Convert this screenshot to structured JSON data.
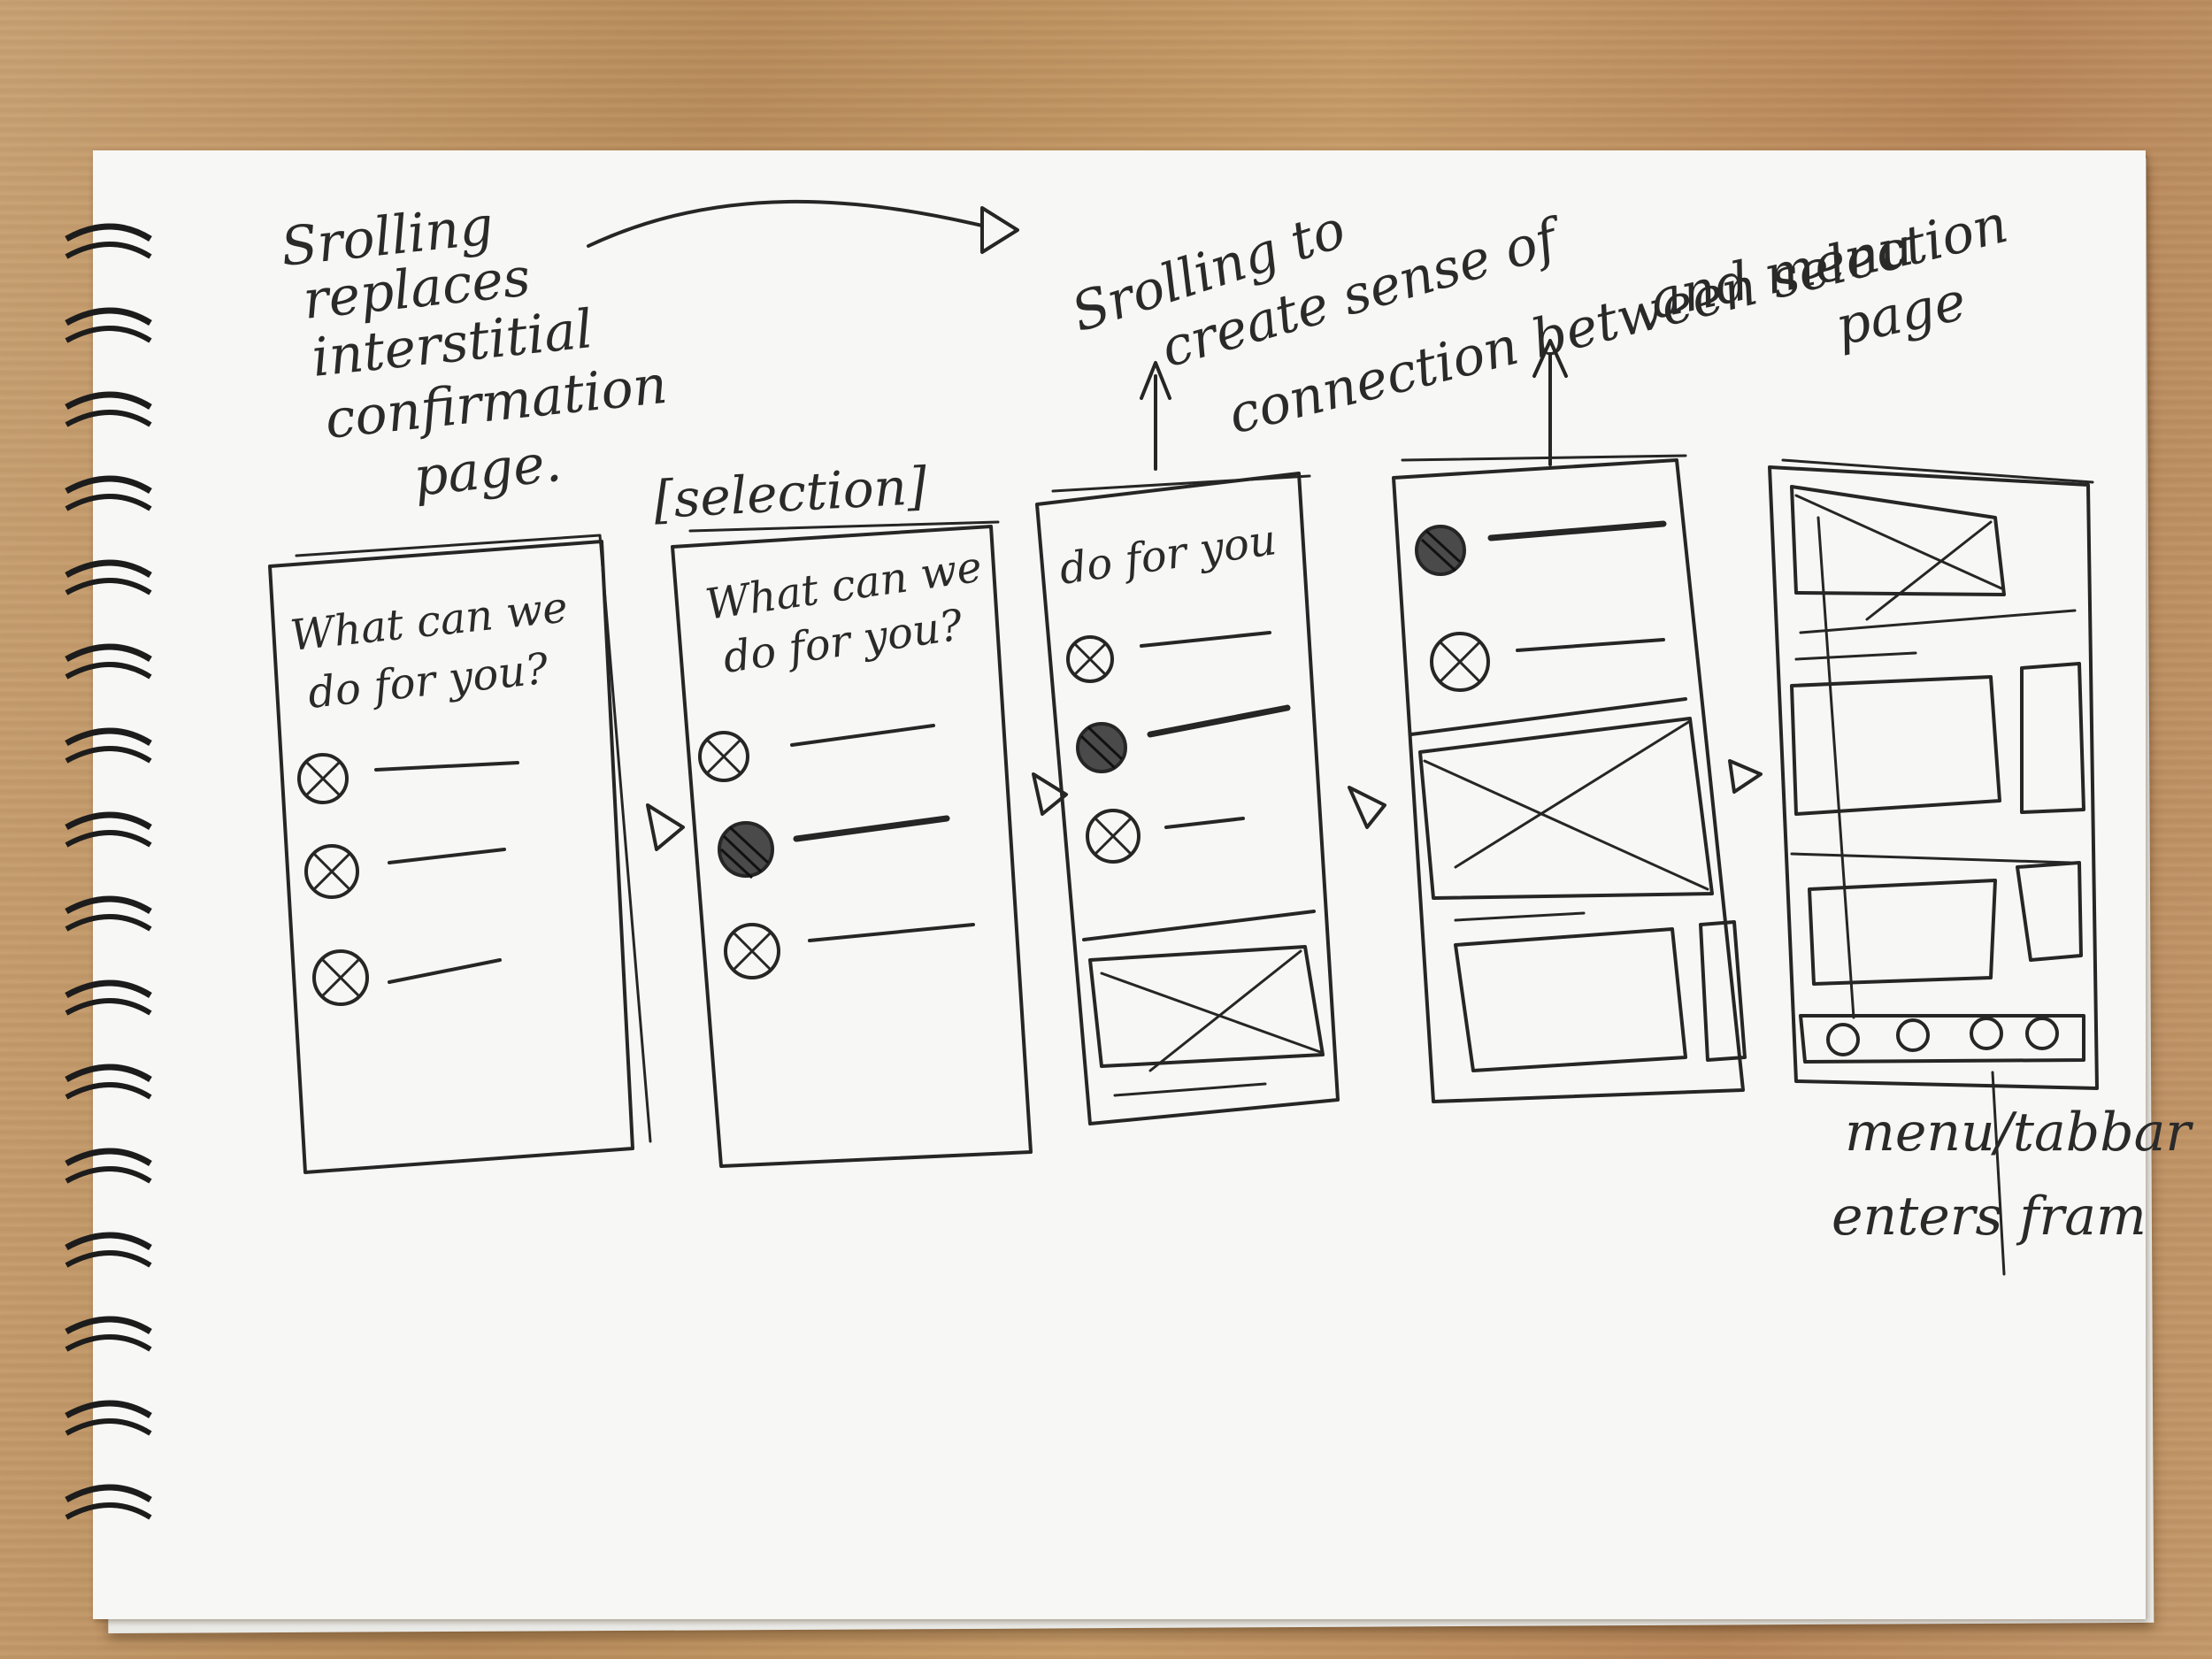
{
  "notes": {
    "scrolling_replaces": [
      "Srolling",
      "replaces",
      "interstitial",
      "confirmation",
      "page."
    ],
    "scrolling_to": [
      "Srolling to",
      "create sense of",
      "connection between selection",
      "and menu",
      "page"
    ],
    "selection_tag": "[selection]",
    "menu_tabbar": [
      "menu/tabbar",
      "enters fram"
    ]
  },
  "screens": {
    "s1": {
      "title_line1": "What can we",
      "title_line2": "do for you?"
    },
    "s2": {
      "title_line1": "What can we",
      "title_line2": "do for you?"
    },
    "s3": {
      "title": "do for you"
    }
  }
}
